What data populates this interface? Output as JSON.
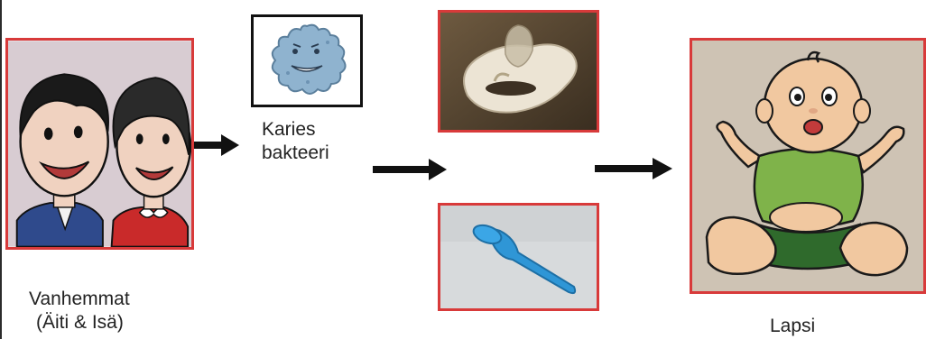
{
  "labels": {
    "parents": "Vanhemmat",
    "parents_sub": "(Äiti & Isä)",
    "bacteria_line1": "Karies",
    "bacteria_line2": "bakteeri",
    "child": "Lapsi"
  },
  "colors": {
    "frame": "#d83a3a",
    "arrow": "#111111"
  },
  "icons": [
    "parents-drawing",
    "bacteria-drawing",
    "pacifier-photo",
    "spoon-photo",
    "baby-drawing"
  ]
}
